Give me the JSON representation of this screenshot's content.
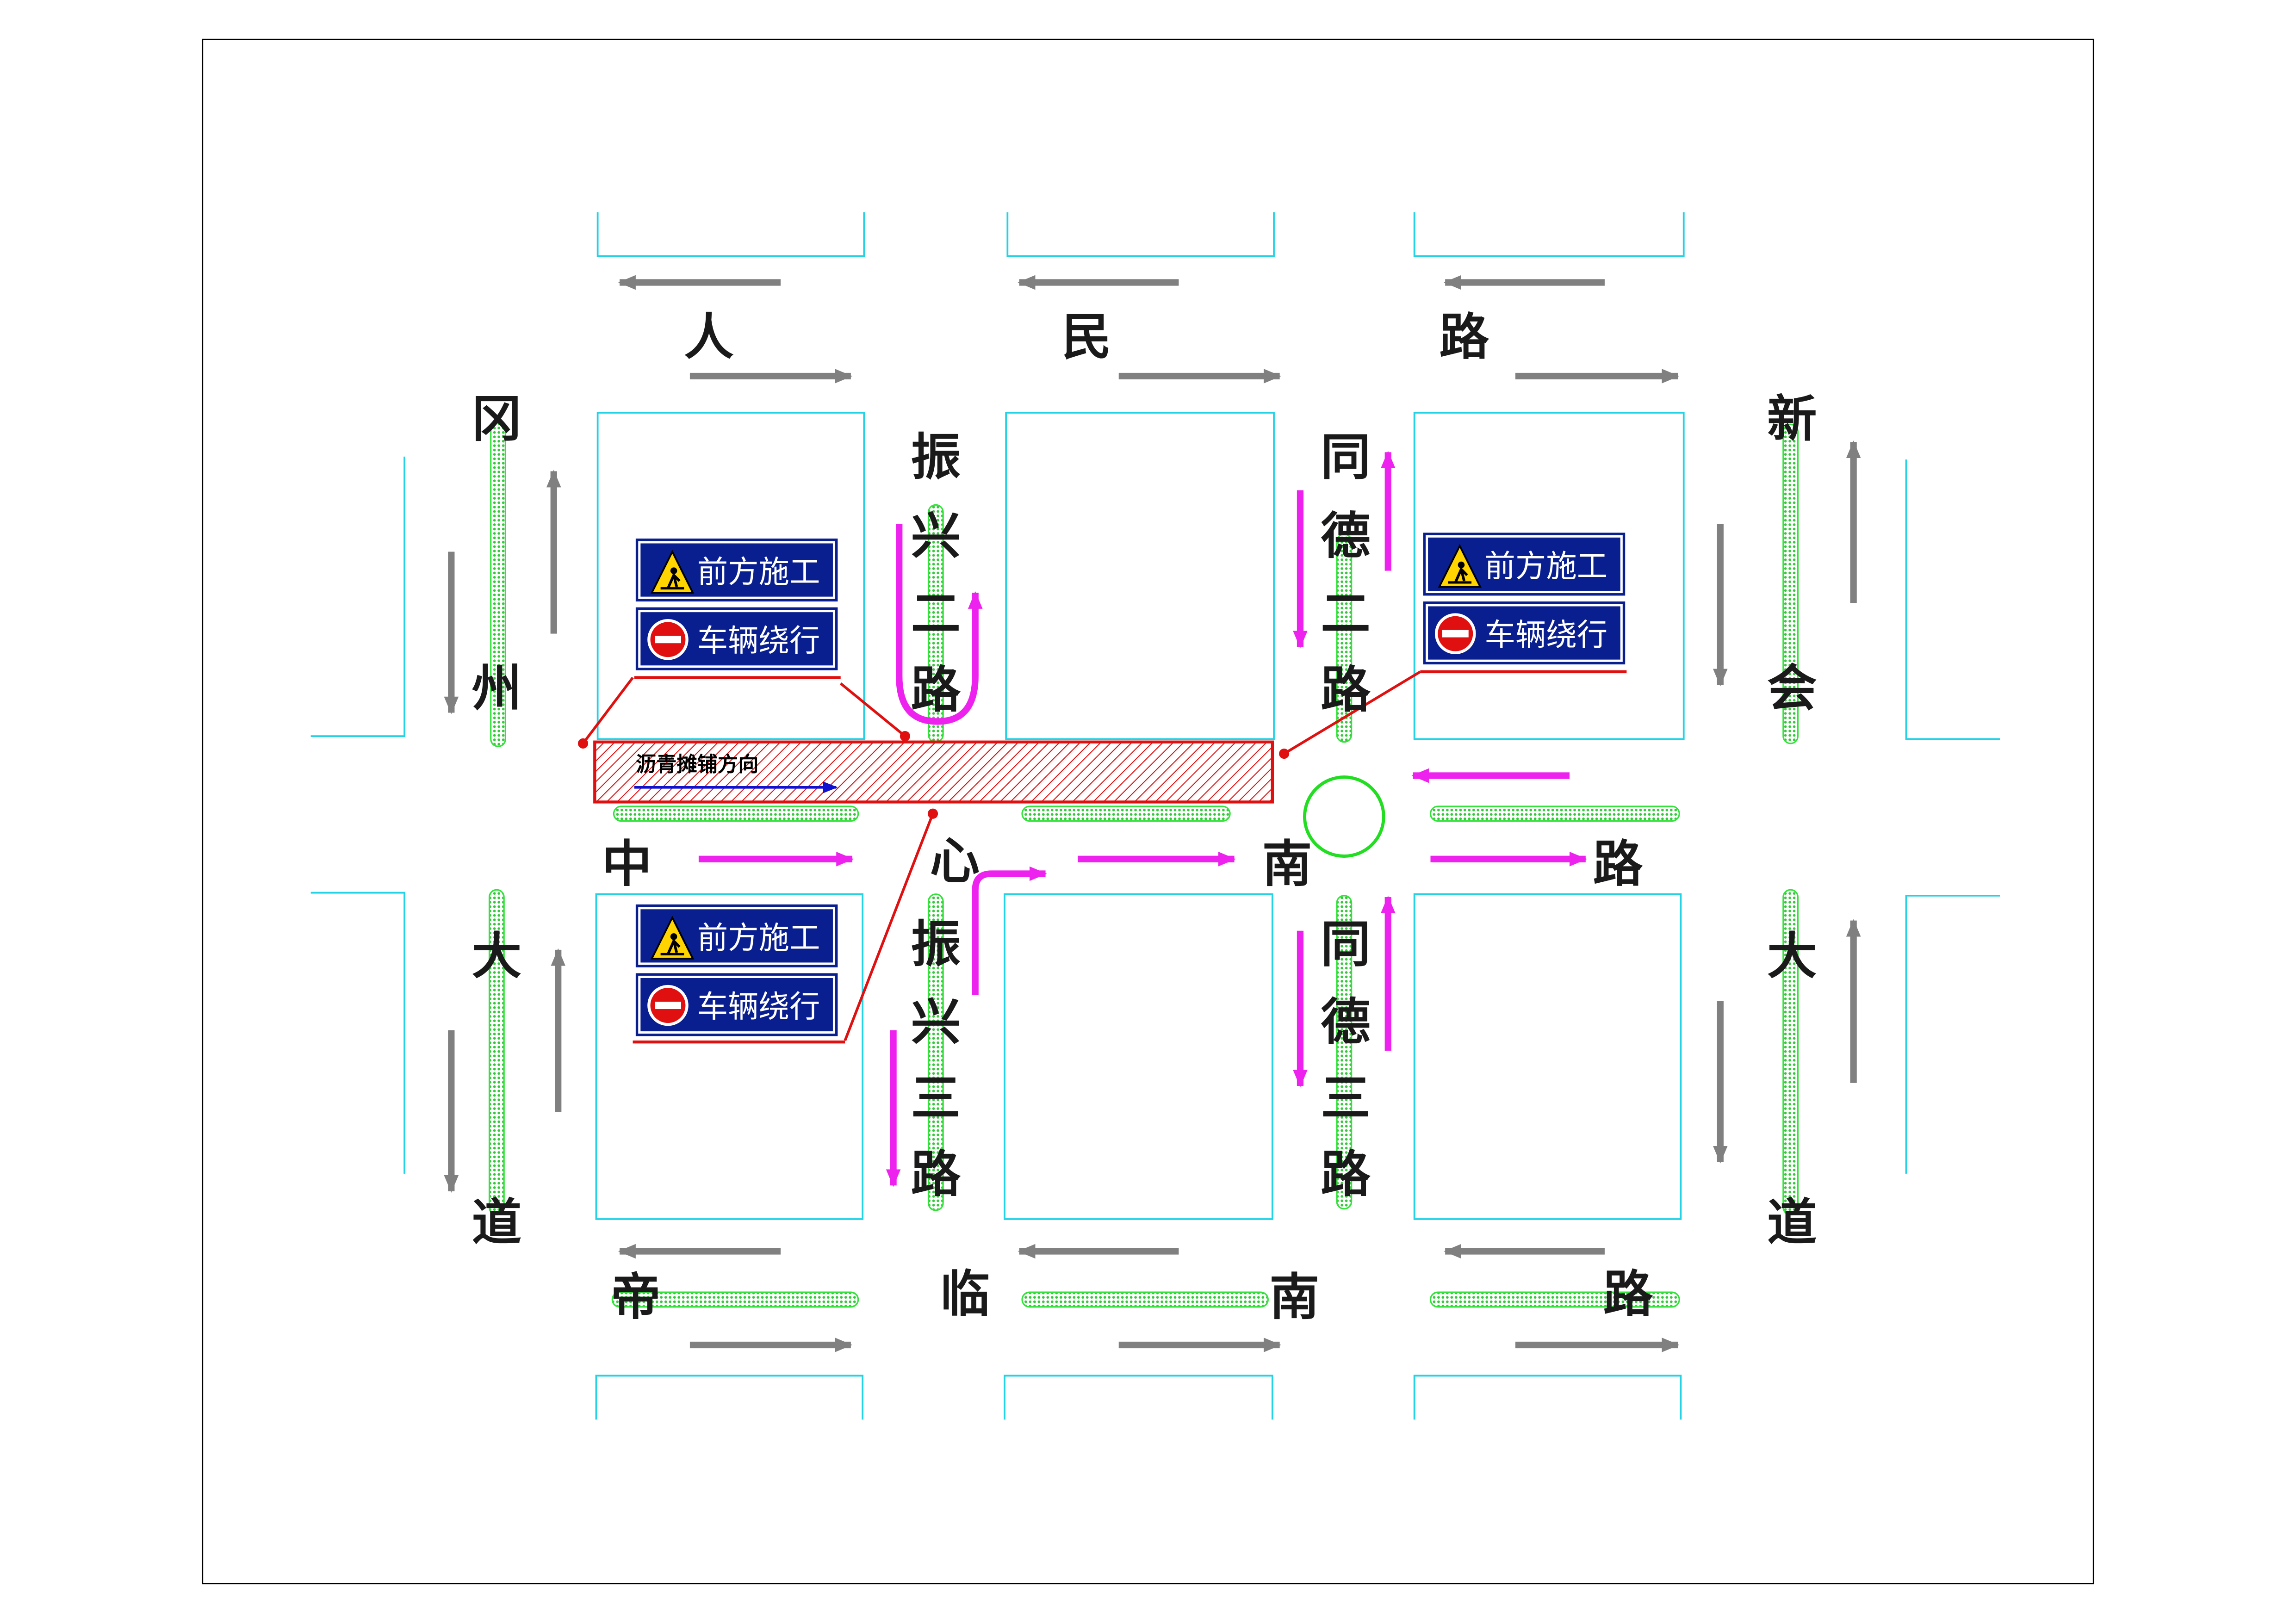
{
  "roads": {
    "renmin_road": [
      "人",
      "民",
      "路"
    ],
    "zhongxin_nan_road": [
      "中",
      "心",
      "南",
      "路"
    ],
    "dilin_nan_road": [
      "帝",
      "临",
      "南",
      "路"
    ],
    "gangzhou_avenue": [
      "冈",
      "州",
      "大",
      "道"
    ],
    "xinhui_avenue": [
      "新",
      "会",
      "大",
      "道"
    ],
    "zhenxing_2_road": [
      "振",
      "兴",
      "二",
      "路"
    ],
    "zhenxing_3_road": [
      "振",
      "兴",
      "三",
      "路"
    ],
    "tongde_2_road": [
      "同",
      "德",
      "二",
      "路"
    ],
    "tongde_3_road": [
      "同",
      "德",
      "三",
      "路"
    ]
  },
  "signs": {
    "construction_ahead": "前方施工",
    "vehicle_detour": "车辆绕行"
  },
  "work_zone": {
    "paving_direction_label": "沥青摊铺方向"
  },
  "colors": {
    "block_outline": "#22d3e6",
    "green_belt": "#33e33a",
    "gray_arrow": "#808080",
    "detour_arrow": "#ee22ee",
    "work_zone": "#e01010",
    "sign_blue": "#0a1f8f",
    "roundabout": "#22dd22"
  }
}
